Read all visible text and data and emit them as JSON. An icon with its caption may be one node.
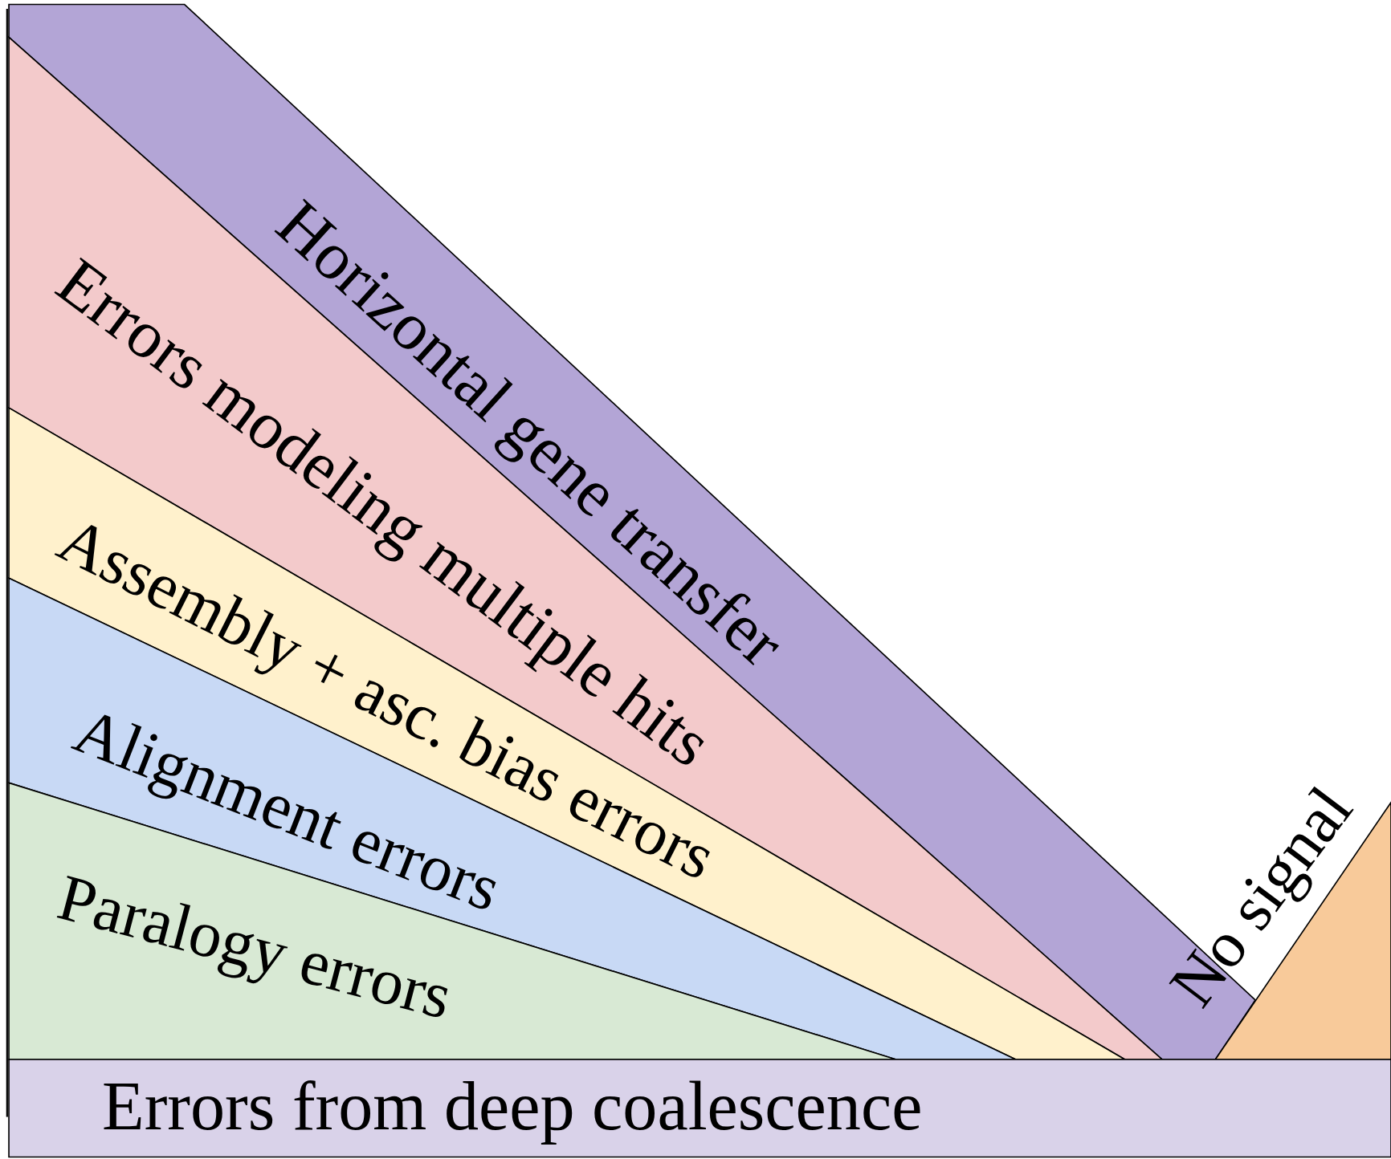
{
  "diagram": {
    "nodes": [
      {
        "text": [
          "Horizontal gene transfer"
        ]
      },
      {
        "text": [
          "Errors modeling multiple hits"
        ]
      },
      {
        "text": [
          "Assembly + asc. bias errors"
        ]
      },
      {
        "text": [
          "Alignment errors"
        ]
      },
      {
        "text": [
          "Paralogy errors"
        ]
      },
      {
        "text": [],
        "shape": "triangle"
      },
      {
        "text": [
          "Errors from deep coalescence"
        ]
      }
    ],
    "labels": [
      "No signal"
    ]
  }
}
